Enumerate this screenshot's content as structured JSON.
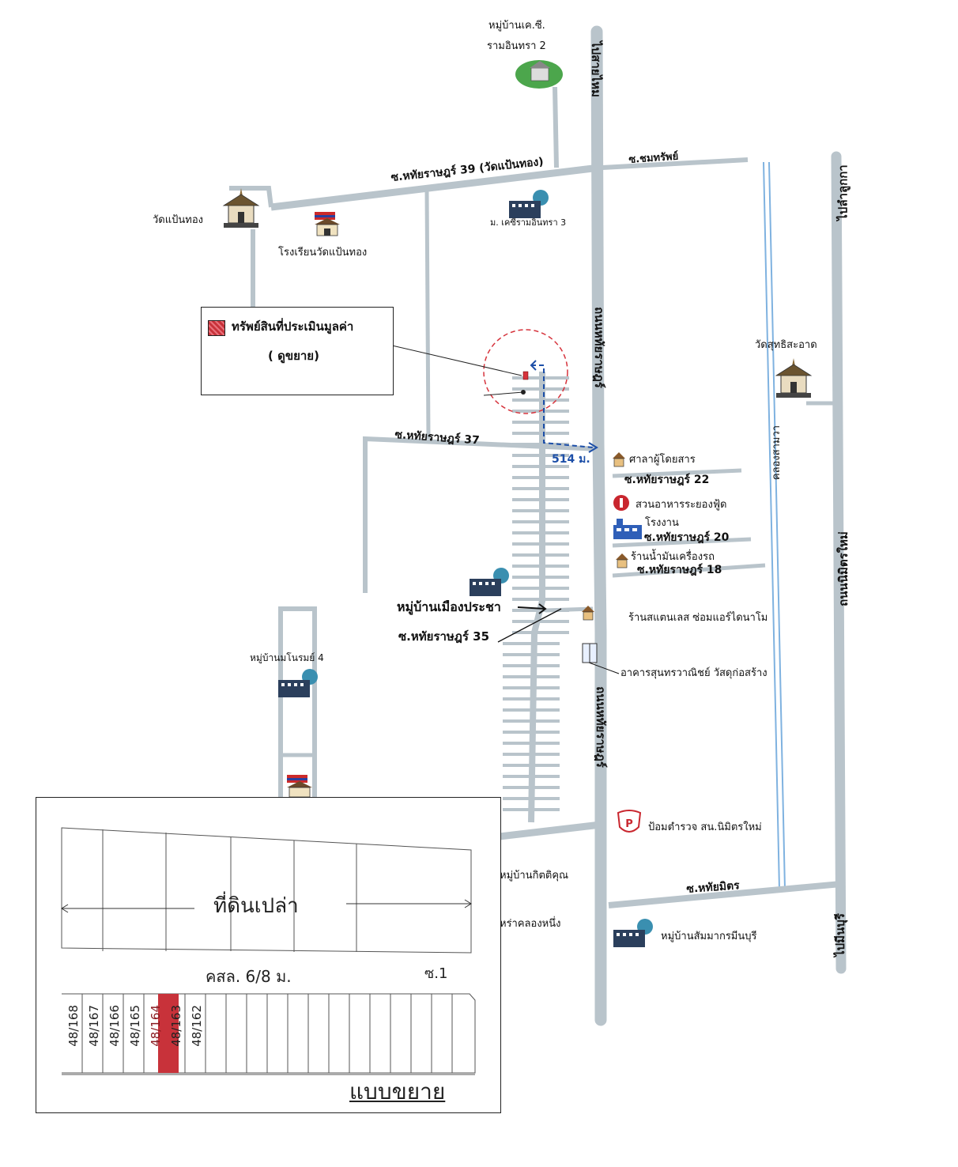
{
  "map": {
    "roads": {
      "main_road_north": "ไปสายไหม",
      "main_road_mid": "ถนนหทัยราษฎร์",
      "main_road_south": "ถนนหทัยราษฎร์",
      "east_road_north": "ไปลำลูกกา",
      "east_road_mid": "ถนนนิมิตรใหม่",
      "east_road_south": "ไปมีนบุรี",
      "soi_39": "ซ.หทัยราษฎร์ 39 (วัดแป้นทอง)",
      "soi_chomsap": "ซ.ชมทรัพย์",
      "soi_37": "ซ.หทัยราษฎร์ 37",
      "soi_22": "ซ.หทัยราษฎร์ 22",
      "soi_20": "ซ.หทัยราษฎร์ 20",
      "soi_18": "ซ.หทัยราษฎร์ 18",
      "soi_35": "ซ.หทัยราษฎร์ 35",
      "soi_haimit": "ซ.หทัยมิตร",
      "canal": "คลองสามวา"
    },
    "places": {
      "kc_village": "หมู่บ้านเค.ซี.",
      "kc_village_2": "รามอินทรา 2",
      "wat_paenthong": "วัดแป้นทอง",
      "school": "โรงเรียนวัดแป้นทอง",
      "kc_village_3": "ม. เคซีรามอินทรา 3",
      "wat_sutthi": "วัดสุทธิสะอาด",
      "bus_stop": "ศาลาผู้โดยสาร",
      "restaurant": "สวนอาหารระยองฟู้ด",
      "factory": "โรงงาน",
      "oil_shop": "ร้านน้ำมันเครื่องรถ",
      "muang_pracha": "หมู่บ้านเมืองประชา",
      "stainless_shop": "ร้านสแตนเลส ซ่อมแอร์ไดนาโม",
      "building_store": "อาคารสุนทรวาณิชย์ วัสดุก่อสร้าง",
      "manirom": "หมู่บ้านมโนรมย์ 4",
      "police": "ป้อมตำรวจ สน.นิมิตรใหม่",
      "kittikun": "หมู่บ้านกิตติคุณ",
      "khlong_nueng": "หร่าคลองหนึ่ง",
      "sommakorn": "หมู่บ้านสัมมากรมีนบุรี"
    },
    "distance_label": "514 ม.",
    "police_icon_letter": "P"
  },
  "legend": {
    "title": "ทรัพย์สินที่ประเมินมูลค่า",
    "subtitle": "( ดูขยาย)"
  },
  "inset": {
    "vacant_land": "ที่ดินเปล่า",
    "road_label": "คสล. 6/8 ม.",
    "soi_label": "ซ.1",
    "caption": "แบบขยาย",
    "lots": [
      "48/168",
      "48/167",
      "48/166",
      "48/165",
      "48/164",
      "48/163",
      "48/162"
    ],
    "highlighted_lot": "48/164"
  },
  "colors": {
    "road": "#b9c4cb",
    "canal": "#7fb2e0",
    "highlight": "#c8323a",
    "distance": "#1d4fa8"
  }
}
